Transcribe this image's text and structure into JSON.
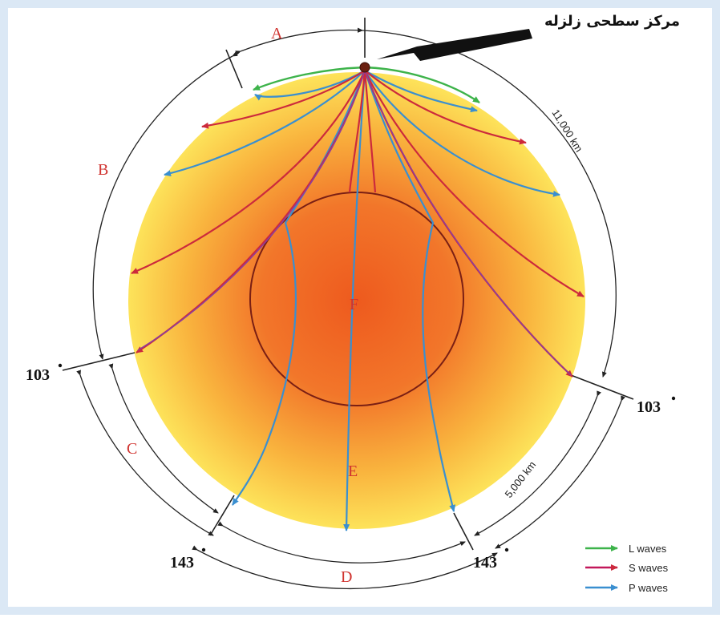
{
  "figure": {
    "epicenter_label": "مرکز سطحی زلزله",
    "zones": {
      "A": "A",
      "B": "B",
      "C": "C",
      "D": "D",
      "E": "E",
      "F": "F"
    },
    "distances": {
      "outer": "11,000 km",
      "shadow": "5,000 km"
    },
    "angles": {
      "left_103": "103",
      "right_103": "103",
      "left_143": "143",
      "right_143": "143"
    }
  },
  "legend": {
    "items": [
      {
        "label": "L waves",
        "color": "#3db34a"
      },
      {
        "label": "S waves",
        "color": "#c2185b"
      },
      {
        "label": "P waves",
        "color": "#3a8fd0"
      }
    ]
  },
  "colors": {
    "frame_border": "#dbe8f5",
    "zone_letters": "#d0332f",
    "earth_center": "#ee5a1e",
    "earth_edge": "#fde35a"
  }
}
